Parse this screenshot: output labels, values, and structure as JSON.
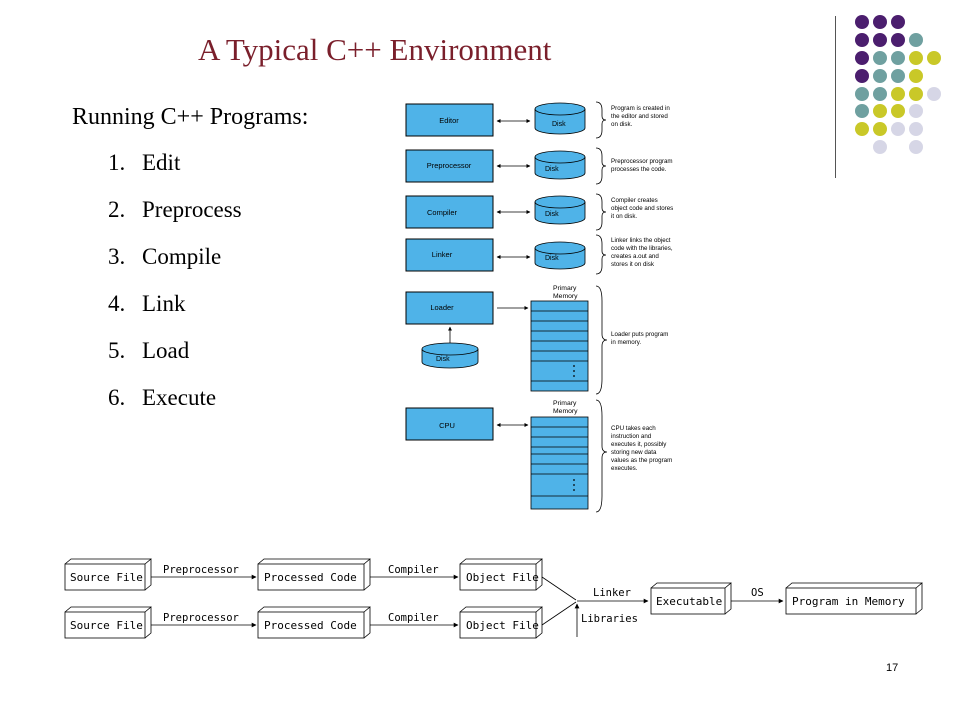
{
  "slide": {
    "title": "A Typical C++ Environment",
    "subtitle": "Running C++ Programs:",
    "page_number": "17",
    "title_color": "#7a1f2b",
    "steps": [
      {
        "num": "1.",
        "label": "Edit"
      },
      {
        "num": "2.",
        "label": "Preprocess"
      },
      {
        "num": "3.",
        "label": "Compile"
      },
      {
        "num": "4.",
        "label": "Link"
      },
      {
        "num": "5.",
        "label": "Load"
      },
      {
        "num": "6.",
        "label": "Execute"
      }
    ]
  },
  "theme": {
    "dot_colors": {
      "purple": "#4b1e6e",
      "teal": "#6fa0a0",
      "yellow": "#c9c828",
      "lavender": "#d6d6e6"
    },
    "box_fill": "#4fb3e8"
  },
  "phase_diagram": {
    "disk_label": "Disk",
    "phases": [
      {
        "name": "Editor",
        "notes": [
          "Program is created in",
          "the editor and stored",
          "on disk."
        ]
      },
      {
        "name": "Preprocessor",
        "notes": [
          "Preprocessor program",
          "processes the code."
        ]
      },
      {
        "name": "Compiler",
        "notes": [
          "Compiler creates",
          "object code and stores",
          "it on disk."
        ]
      },
      {
        "name": "Linker",
        "notes": [
          "Linker links the object",
          "code with the libraries,",
          "creates a.out and",
          "stores it on disk"
        ]
      },
      {
        "name": "Loader",
        "notes": [
          "Loader puts program",
          "in memory."
        ]
      },
      {
        "name": "CPU",
        "notes": [
          "CPU takes each",
          "instruction and",
          "executes it, possibly",
          "storing new data",
          "values as the program",
          "executes."
        ]
      }
    ],
    "memory_label_1": "Primary",
    "memory_label_2": "Memory"
  },
  "build_flow": {
    "source_file": "Source File",
    "preprocessor": "Preprocessor",
    "processed_code": "Processed Code",
    "compiler": "Compiler",
    "object_file": "Object File",
    "linker": "Linker",
    "libraries": "Libraries",
    "executable": "Executable",
    "os": "OS",
    "program_in_memory": "Program in Memory"
  }
}
